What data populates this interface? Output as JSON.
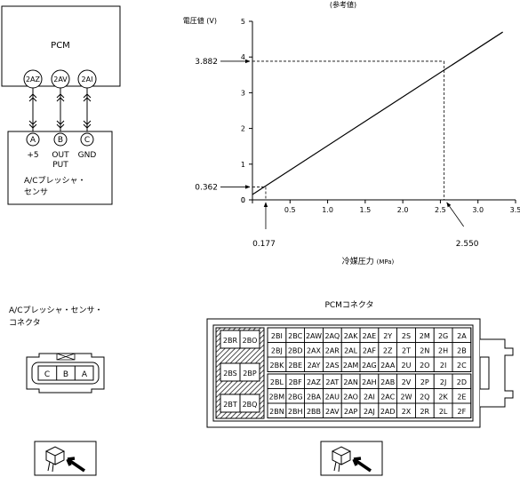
{
  "wiring": {
    "pcm_label": "PCM",
    "pcm_pins": [
      "2AZ",
      "2AV",
      "2AI"
    ],
    "sensor_pins": [
      "A",
      "B",
      "C"
    ],
    "pin_funcs": [
      "+5",
      "OUT",
      "GND"
    ],
    "pin_func_b_line2": "PUT",
    "sensor_name_line1": "A/Cプレッシャ・",
    "sensor_name_line2": "センサ"
  },
  "chart_data": {
    "type": "line",
    "title": "(参考値)",
    "ylabel": "電圧値 (V)",
    "xlabel": "冷媒圧力",
    "xunit": "(MPa)",
    "xlim": [
      0,
      3.5
    ],
    "ylim": [
      0,
      5
    ],
    "x_ticks": [
      "0",
      "0.5",
      "1.0",
      "1.5",
      "2.0",
      "2.5",
      "3.0",
      "3.5"
    ],
    "y_ticks": [
      "0",
      "1",
      "2",
      "3",
      "4",
      "5"
    ],
    "series": [
      {
        "x": [
          0,
          3.33
        ],
        "y": [
          0.15,
          4.7
        ]
      }
    ],
    "annotations": {
      "p1_x": "0.177",
      "p1_y": "0.362",
      "p2_x": "2.550",
      "p2_y": "3.882",
      "p1_xv": 0.177,
      "p1_yv": 0.362,
      "p2_xv": 2.55,
      "p2_yv": 3.882
    }
  },
  "sensor_connector": {
    "label_line1": "A/Cプレッシャ・センサ・",
    "label_line2": "コネクタ",
    "pins": [
      "C",
      "B",
      "A"
    ]
  },
  "pcm_connector": {
    "label": "PCMコネクタ",
    "left_pins": [
      [
        "2BR",
        "2BO"
      ],
      [
        "2BS",
        "2BP"
      ],
      [
        "2BT",
        "2BQ"
      ]
    ],
    "top_rows": [
      [
        "2BI",
        "2BC",
        "2AW",
        "2AQ",
        "2AK",
        "2AE",
        "2Y",
        "2S",
        "2M",
        "2G",
        "2A"
      ],
      [
        "2BJ",
        "2BD",
        "2AX",
        "2AR",
        "2AL",
        "2AF",
        "2Z",
        "2T",
        "2N",
        "2H",
        "2B"
      ],
      [
        "2BK",
        "2BE",
        "2AY",
        "2AS",
        "2AM",
        "2AG",
        "2AA",
        "2U",
        "2O",
        "2I",
        "2C"
      ]
    ],
    "bottom_rows": [
      [
        "2BL",
        "2BF",
        "2AZ",
        "2AT",
        "2AN",
        "2AH",
        "2AB",
        "2V",
        "2P",
        "2J",
        "2D"
      ],
      [
        "2BM",
        "2BG",
        "2BA",
        "2AU",
        "2AO",
        "2AI",
        "2AC",
        "2W",
        "2Q",
        "2K",
        "2E"
      ],
      [
        "2BN",
        "2BH",
        "2BB",
        "2AV",
        "2AP",
        "2AJ",
        "2AD",
        "2X",
        "2R",
        "2L",
        "2F"
      ]
    ]
  }
}
